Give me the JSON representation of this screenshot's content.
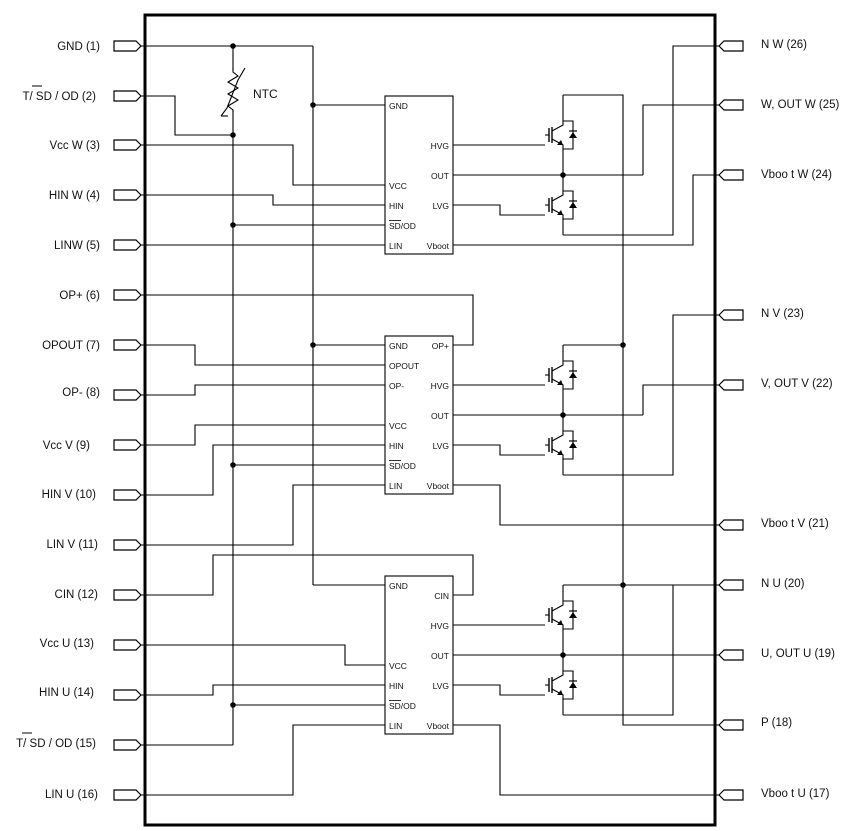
{
  "pins_left": [
    {
      "label": "GND (1)"
    },
    {
      "label": "T/ SD / OD (2)"
    },
    {
      "label": "Vcc W (3)"
    },
    {
      "label": "HIN W (4)"
    },
    {
      "label": "LINW (5)"
    },
    {
      "label": "OP+ (6)"
    },
    {
      "label": "OPOUT (7)"
    },
    {
      "label": "OP- (8)"
    },
    {
      "label": "Vcc V (9)"
    },
    {
      "label": "HIN V (10)"
    },
    {
      "label": "LIN V (11)"
    },
    {
      "label": "CIN (12)"
    },
    {
      "label": "Vcc U (13)"
    },
    {
      "label": "HIN U (14)"
    },
    {
      "label": "T/ SD / OD (15)"
    },
    {
      "label": "LIN U (16)"
    }
  ],
  "pins_right": [
    {
      "label": "N W (26)"
    },
    {
      "label": "W, OUT W (25)"
    },
    {
      "label": "Vboo t W (24)"
    },
    {
      "label": "N V (23)"
    },
    {
      "label": "V, OUT V (22)"
    },
    {
      "label": "Vboo t V (21)"
    },
    {
      "label": "N U (20)"
    },
    {
      "label": "U, OUT U (19)"
    },
    {
      "label": "P (18)"
    },
    {
      "label": "Vboo t U (17)"
    }
  ],
  "ntc_label": "NTC",
  "drivers": [
    {
      "left_pins": [
        "GND",
        "VCC",
        "HIN",
        "SD/OD",
        "LIN"
      ],
      "right_pins": [
        "HVG",
        "OUT",
        "LVG",
        "Vboot"
      ]
    },
    {
      "left_pins": [
        "GND",
        "OPOUT",
        "OP-",
        "VCC",
        "HIN",
        "SD/OD",
        "LIN"
      ],
      "right_pins": [
        "OP+",
        "HVG",
        "OUT",
        "LVG",
        "Vboot"
      ]
    },
    {
      "left_pins": [
        "GND",
        "VCC",
        "HIN",
        "SD/OD",
        "LIN"
      ],
      "right_pins": [
        "CIN",
        "HVG",
        "OUT",
        "LVG",
        "Vboot"
      ]
    }
  ]
}
